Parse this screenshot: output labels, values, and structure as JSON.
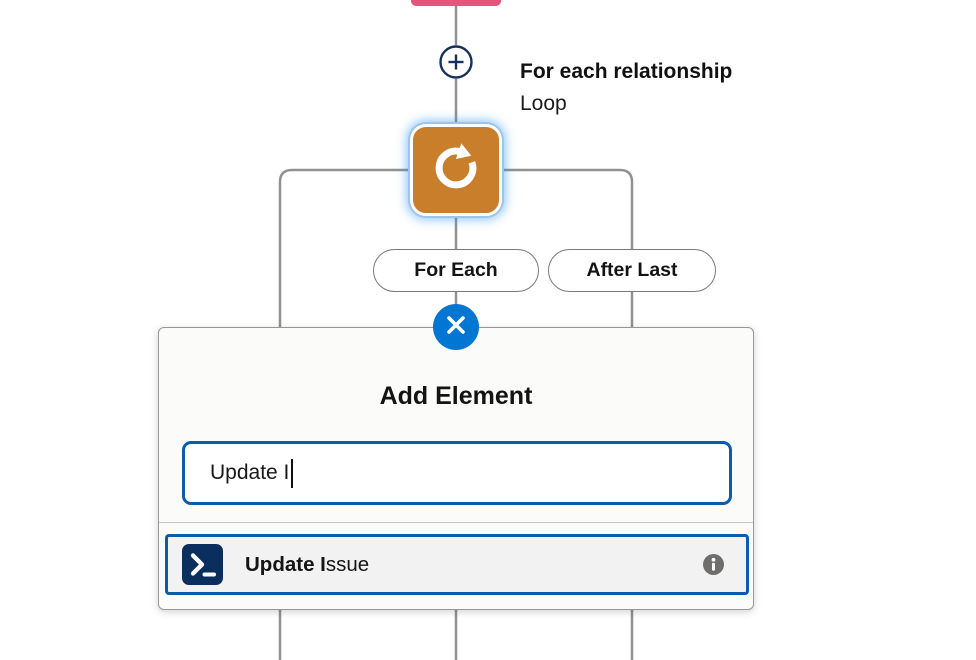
{
  "colors": {
    "accent_blue": "#0B5CAB",
    "close_button_blue": "#0176D3",
    "loop_orange": "#C97E2B",
    "terminal_icon_navy": "#0A2F5E",
    "connector_gray": "#919191",
    "previous_node_pink": "#E8537C"
  },
  "icons": {
    "add": "plus-icon",
    "loop": "loop-arrow-icon",
    "close": "close-icon",
    "result": "terminal-prompt-icon",
    "info": "info-icon"
  },
  "node": {
    "title": "For each relationship",
    "subtitle": "Loop",
    "branch_left_label": "For Each",
    "branch_right_label": "After Last"
  },
  "dialog": {
    "title": "Add Element",
    "search_value": "Update I",
    "results": [
      {
        "label_match": "Update I",
        "label_rest": "ssue"
      }
    ]
  }
}
